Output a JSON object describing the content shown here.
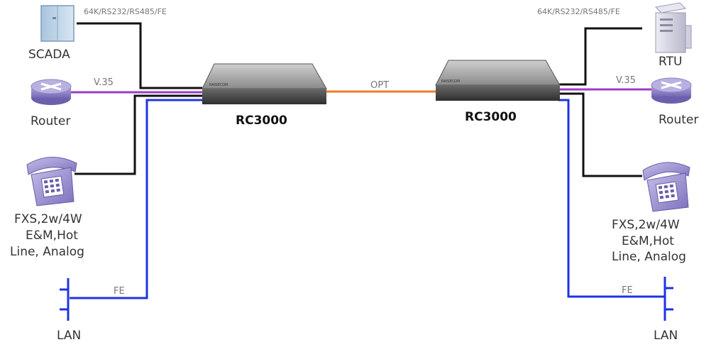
{
  "colors": {
    "serial_line": "#111111",
    "v35_line": "#9c3cc8",
    "fe_line": "#1f33e0",
    "opt_line": "#ee7a2a",
    "router_body": "#8e82c4",
    "phone_body": "#9d93cf"
  },
  "left": {
    "scada_label": "SCADA",
    "serial_label": "64K/RS232/RS485/FE",
    "router_label": "Router",
    "v35_label": "V.35",
    "phone_label_1": "FXS,2w/4W",
    "phone_label_2": "E&M,Hot",
    "phone_label_3": "Line, Analog",
    "fe_label": "FE",
    "lan_label": "LAN",
    "device_label": "RC3000"
  },
  "link": {
    "opt_label": "OPT"
  },
  "right": {
    "rtu_label": "RTU",
    "serial_label": "64K/RS232/RS485/FE",
    "router_label": "Router",
    "v35_label": "V.35",
    "phone_label_1": "FXS,2w/4W",
    "phone_label_2": "E&M,Hot",
    "phone_label_3": "Line, Analog",
    "fe_label": "FE",
    "lan_label": "LAN",
    "device_label": "RC3000"
  },
  "icons": [
    "scada-cabinet-icon",
    "rtu-server-icon",
    "router-icon",
    "telephone-icon",
    "lan-bus-icon",
    "rc3000-device-icon"
  ]
}
